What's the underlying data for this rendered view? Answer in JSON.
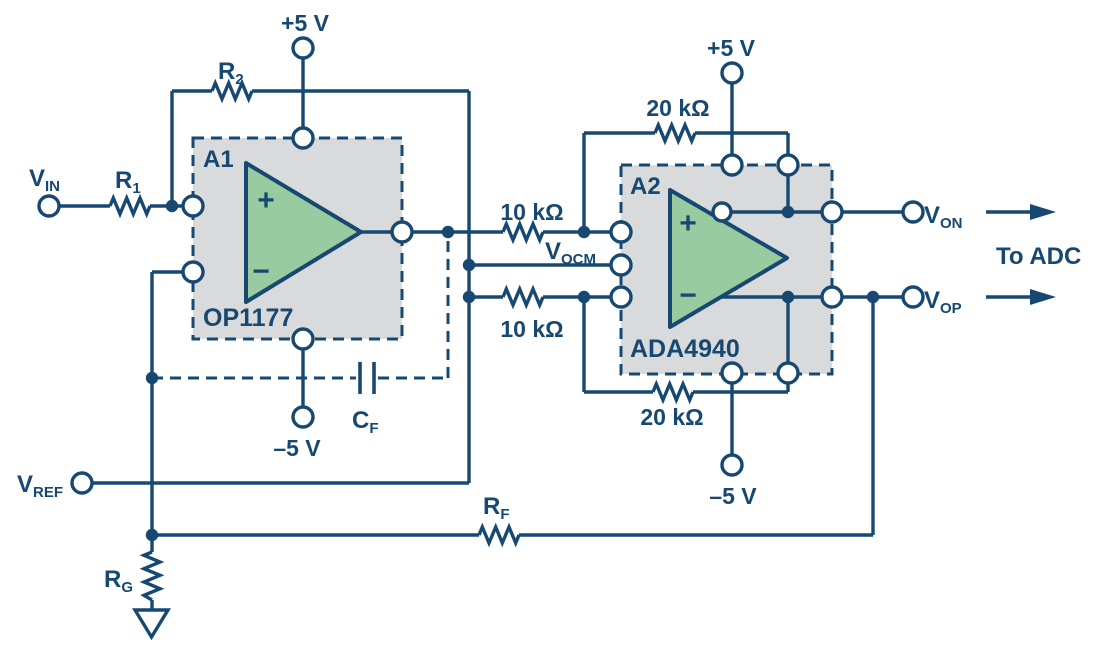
{
  "colors": {
    "line": "#164872",
    "amp": "#98CBA0",
    "block": "#D9DADB",
    "bg": "#FFFFFF"
  },
  "stage1": {
    "name": "A1",
    "part": "OP1177",
    "noninverting_symbol": "+",
    "inverting_symbol": "−",
    "positive_supply": "+5 V",
    "negative_supply": "–5 V"
  },
  "stage2": {
    "name": "A2",
    "part": "ADA4940",
    "noninverting_symbol": "+",
    "inverting_symbol": "−",
    "positive_supply": "+5 V",
    "negative_supply": "–5 V"
  },
  "labels": {
    "vin": {
      "main": "V",
      "sub": "IN"
    },
    "vref": {
      "main": "V",
      "sub": "REF"
    },
    "vocm": {
      "main": "V",
      "sub": "OCM"
    },
    "von": {
      "main": "V",
      "sub": "ON"
    },
    "vop": {
      "main": "V",
      "sub": "OP"
    },
    "r1": {
      "main": "R",
      "sub": "1"
    },
    "r2": {
      "main": "R",
      "sub": "2"
    },
    "rf": {
      "main": "R",
      "sub": "F"
    },
    "rg": {
      "main": "R",
      "sub": "G"
    },
    "cf": {
      "main": "C",
      "sub": "F"
    },
    "to_adc": "To ADC"
  },
  "resistors": {
    "r_top_10k": "10 kΩ",
    "r_bot_10k": "10 kΩ",
    "r_top_20k": "20 kΩ",
    "r_bot_20k": "20 kΩ"
  }
}
